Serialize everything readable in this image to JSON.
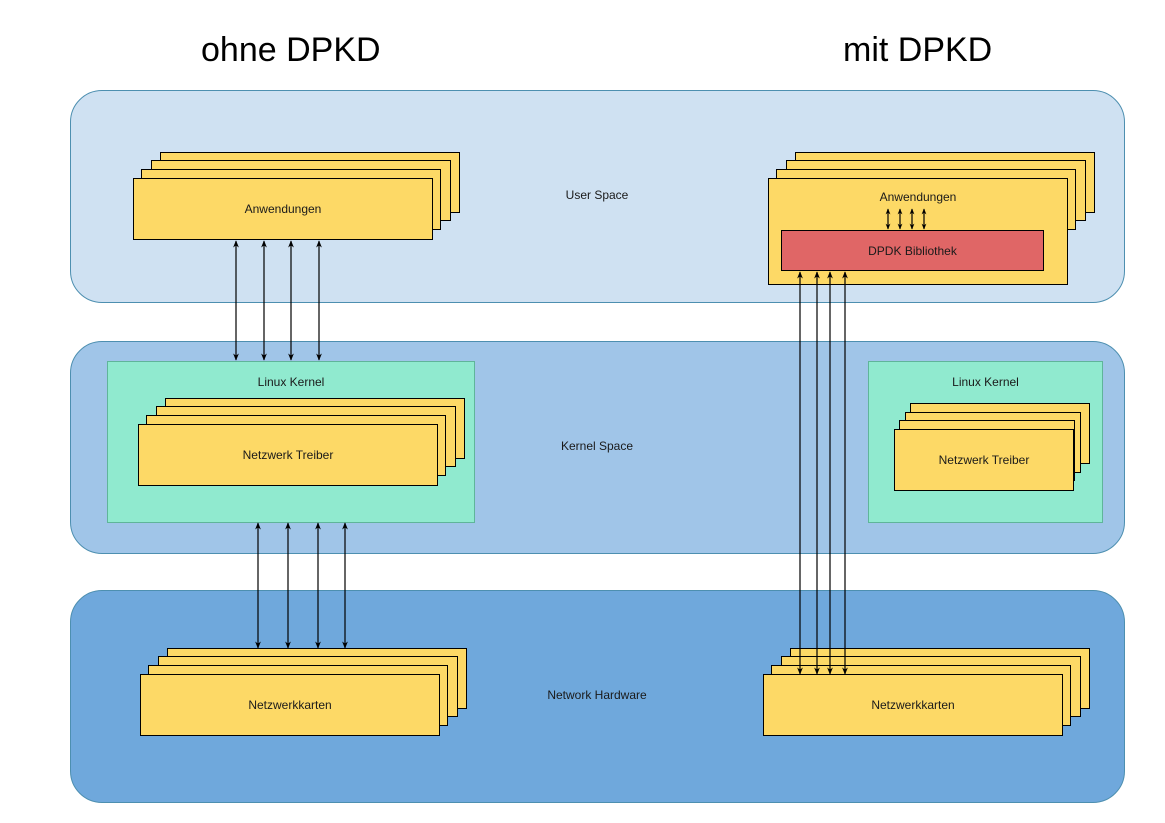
{
  "titles": {
    "left": "ohne DPKD",
    "right": "mit DPKD"
  },
  "lanes": {
    "user": "User Space",
    "kernel": "Kernel Space",
    "hardware": "Network Hardware"
  },
  "left_column": {
    "applications": "Anwendungen",
    "kernel": "Linux Kernel",
    "driver": "Netzwerk Treiber",
    "nics": "Netzwerkkarten"
  },
  "right_column": {
    "applications": "Anwendungen",
    "library": "DPDK Bibliothek",
    "kernel": "Linux Kernel",
    "driver": "Netzwerk Treiber",
    "nics": "Netzwerkkarten"
  },
  "colors": {
    "user_space": "#cfe1f2",
    "kernel_space": "#a0c5e8",
    "hardware": "#6fa8dc",
    "component": "#fdd966",
    "kernel": "#90eacf",
    "dpdk_library": "#e06666"
  }
}
